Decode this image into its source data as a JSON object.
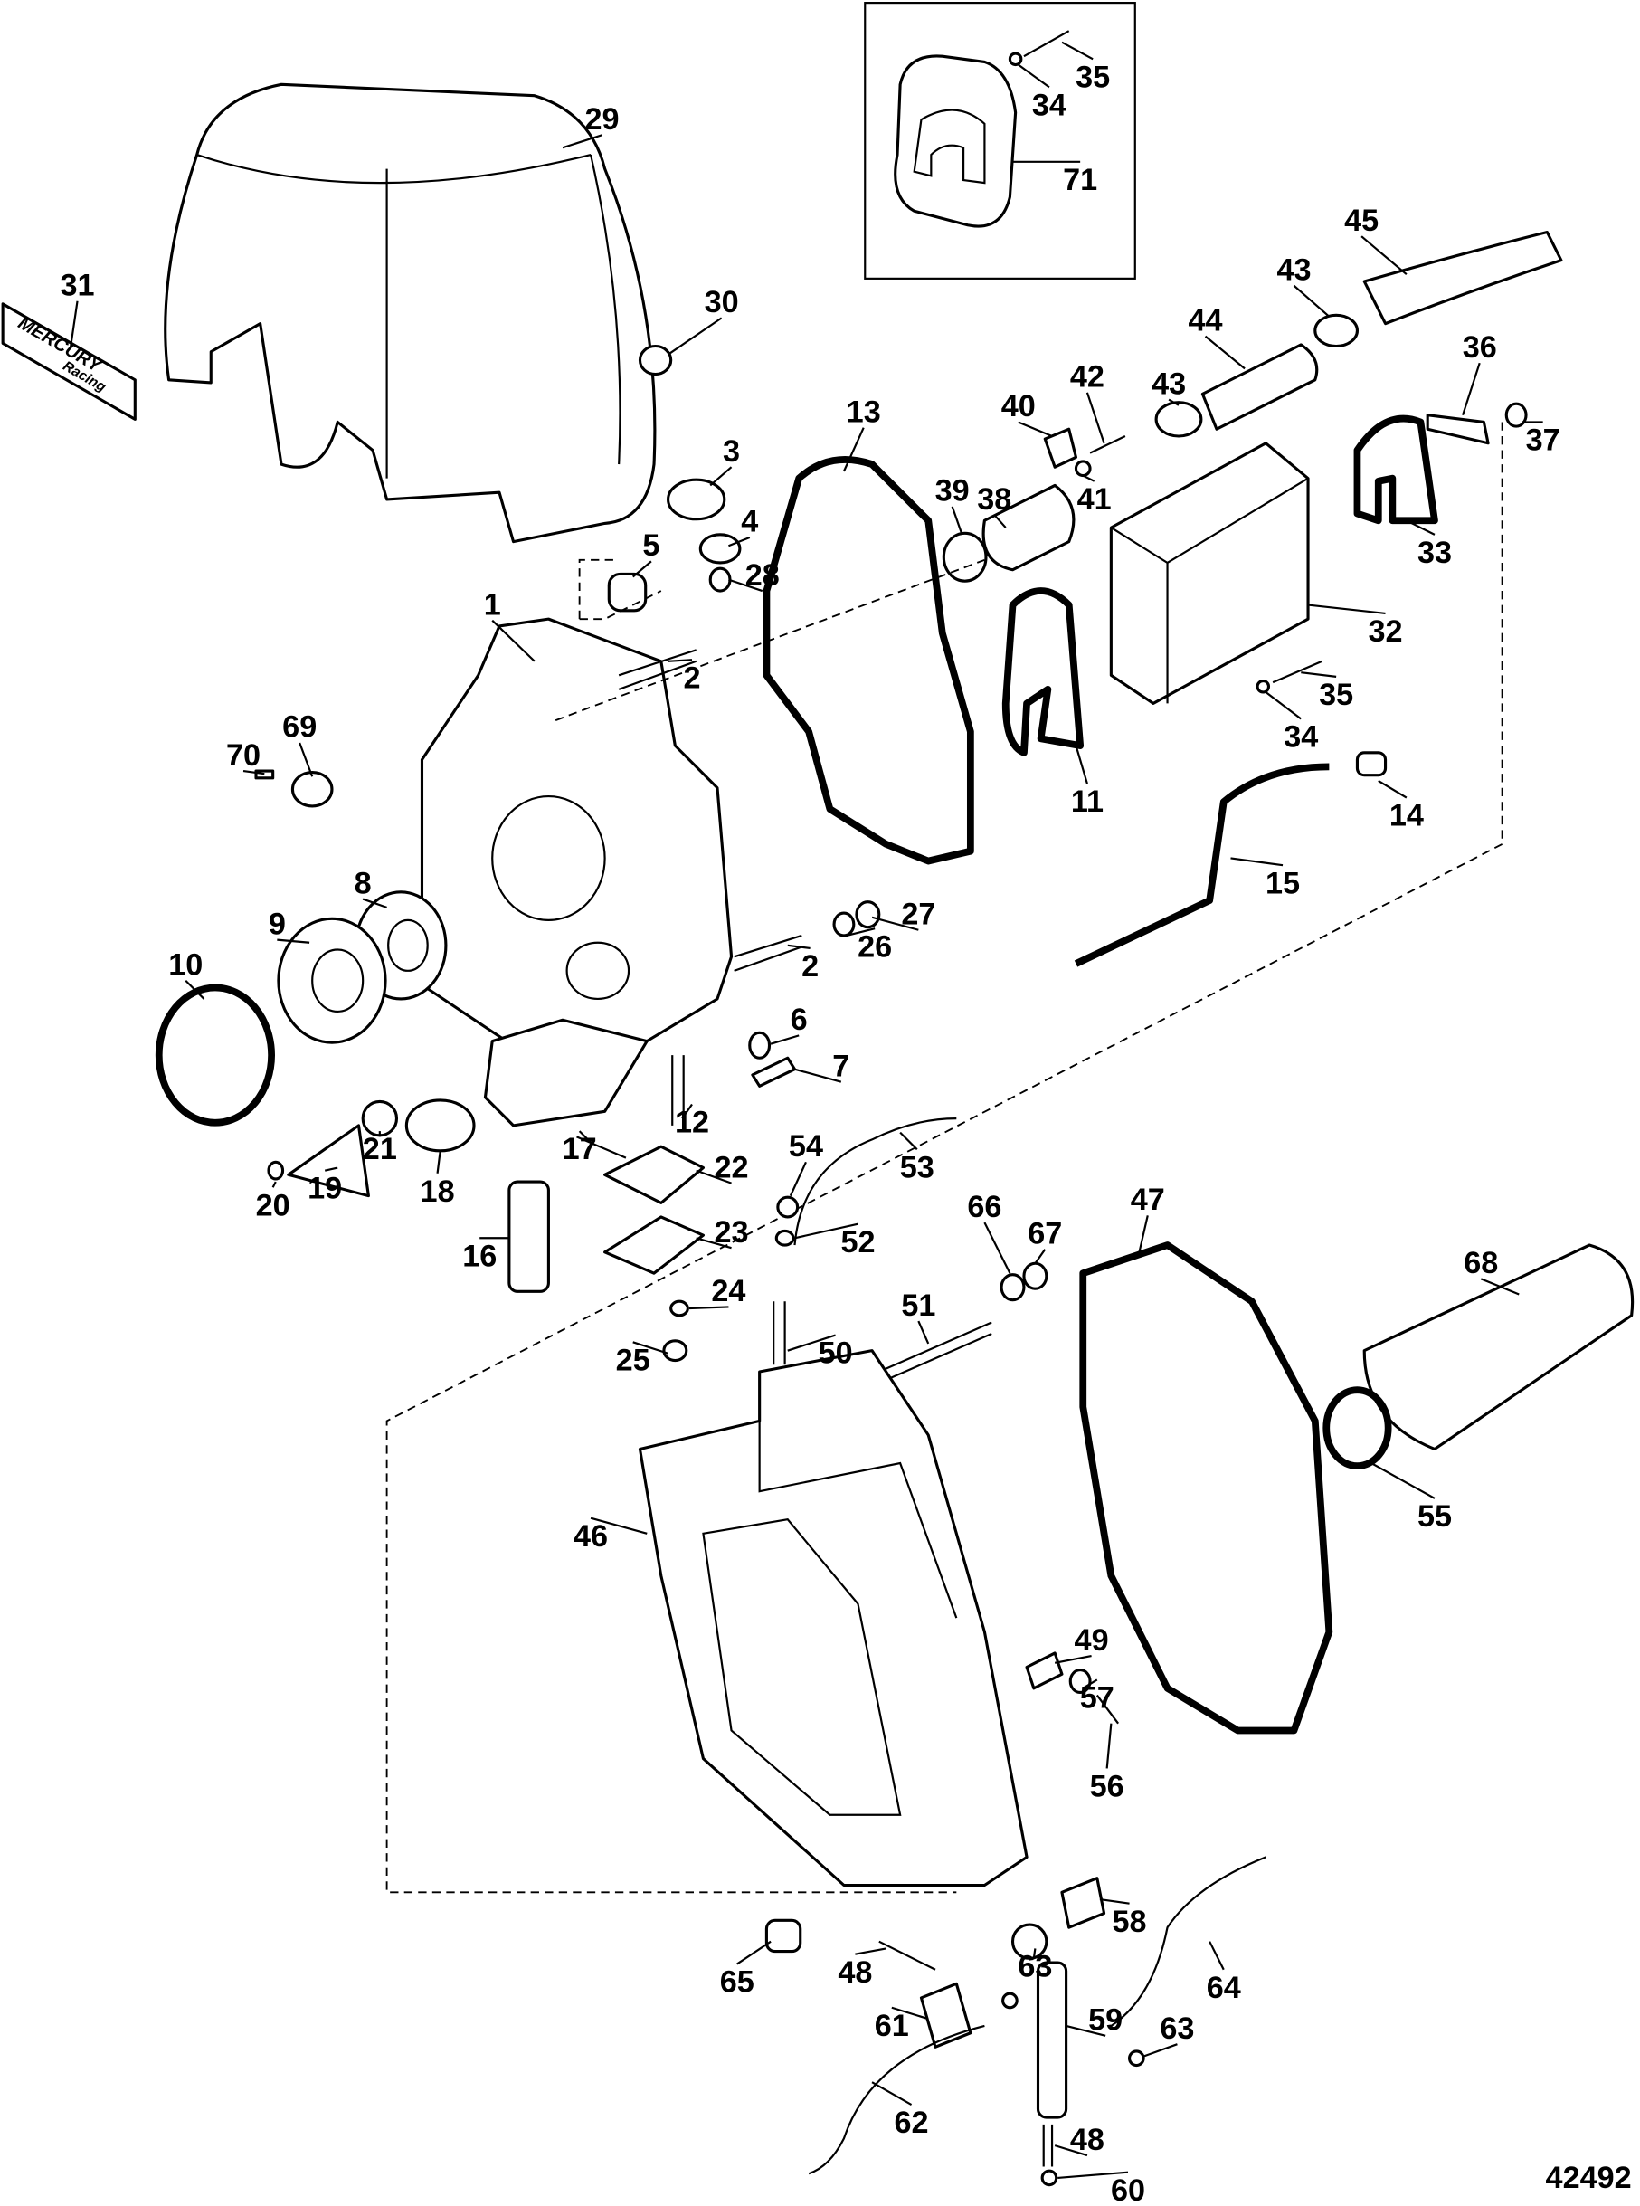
{
  "figure_number": "42492",
  "decal": {
    "brand": "MERCURY",
    "sub": "Racing"
  },
  "callouts": [
    "29",
    "31",
    "30",
    "3",
    "4",
    "5",
    "28",
    "1",
    "2",
    "70",
    "69",
    "8",
    "9",
    "10",
    "2",
    "26",
    "27",
    "13",
    "39",
    "38",
    "40",
    "42",
    "41",
    "43",
    "44",
    "43",
    "45",
    "36",
    "37",
    "33",
    "32",
    "35",
    "34",
    "11",
    "14",
    "15",
    "6",
    "7",
    "12",
    "21",
    "18",
    "17",
    "16",
    "19",
    "20",
    "22",
    "23",
    "54",
    "53",
    "52",
    "24",
    "25",
    "50",
    "51",
    "66",
    "67",
    "47",
    "68",
    "55",
    "46",
    "49",
    "57",
    "56",
    "58",
    "65",
    "48",
    "63",
    "64",
    "61",
    "59",
    "63",
    "62",
    "48",
    "60",
    "71",
    "34",
    "35"
  ]
}
